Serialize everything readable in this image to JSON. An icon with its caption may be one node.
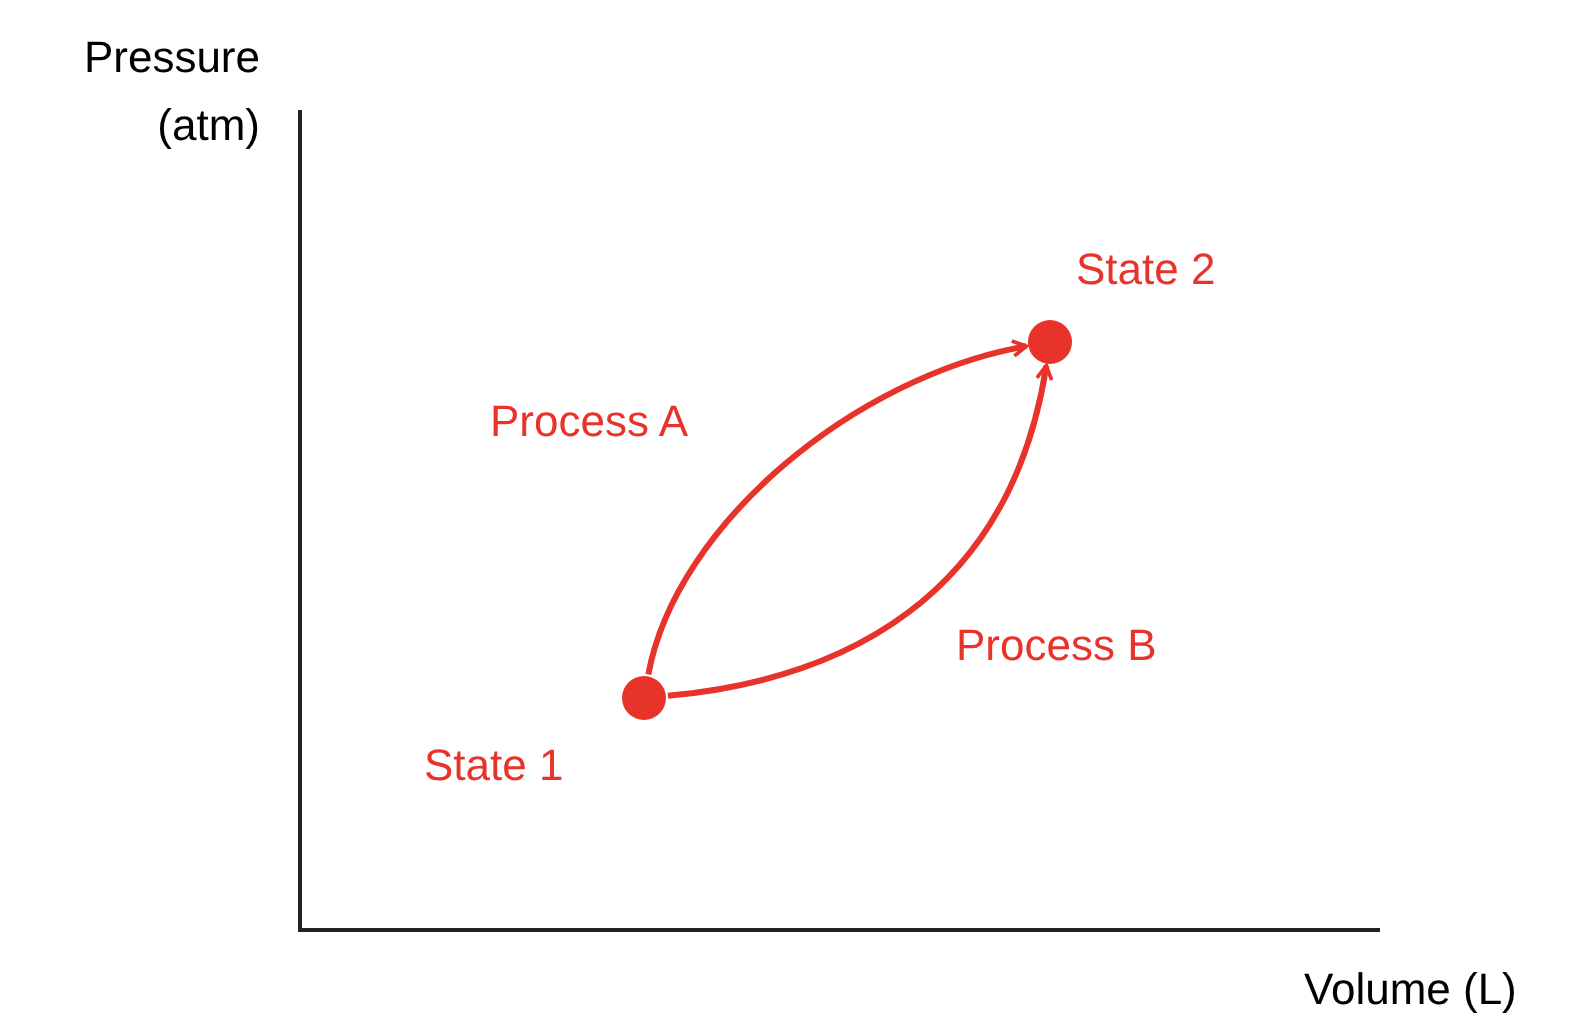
{
  "diagram": {
    "nodes": [
      {
        "text": [],
        "shape": "circle",
        "beside": [
          "State 1"
        ]
      },
      {
        "text": [],
        "shape": "circle",
        "beside": [
          "State 2"
        ]
      }
    ],
    "edges": [
      {
        "from": 0,
        "to": 1,
        "arrow": "to",
        "label": "Process A"
      },
      {
        "from": 0,
        "to": 1,
        "arrow": "to",
        "label": "Process B"
      }
    ],
    "labels": [
      "Pressure (atm)",
      "Volume (L)"
    ]
  }
}
